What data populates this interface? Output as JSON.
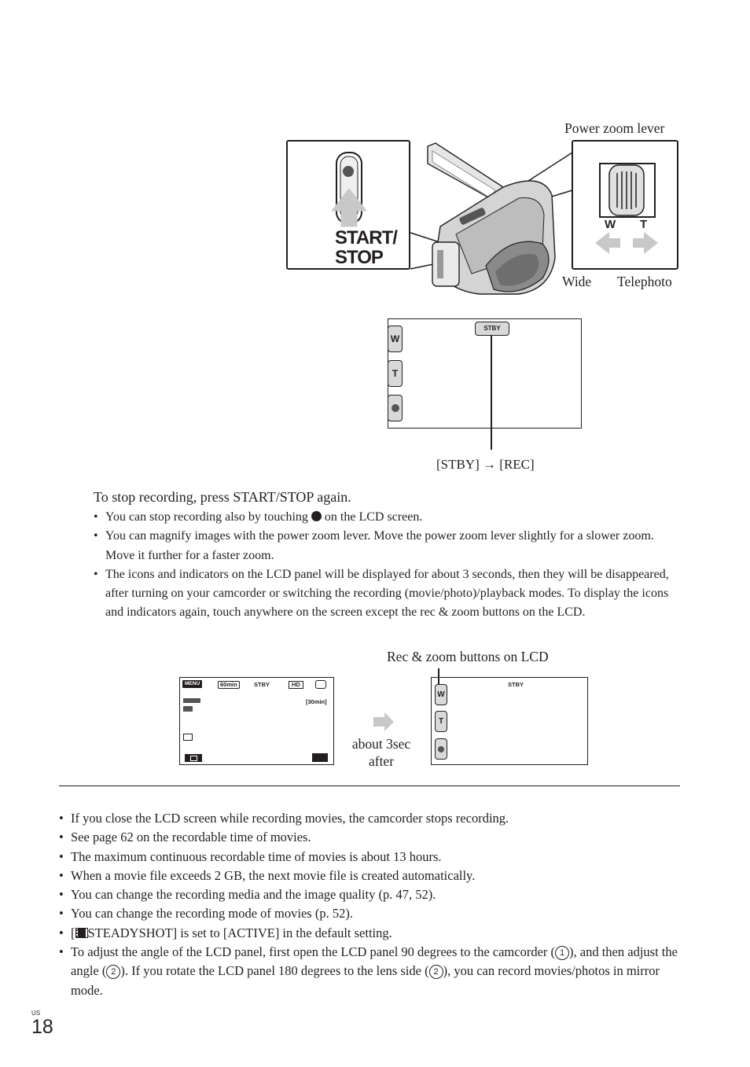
{
  "figure": {
    "power_zoom_label": "Power zoom lever",
    "wide_label": "Wide",
    "telephoto_label": "Telephoto",
    "start_stop_label": [
      "START/",
      "STOP"
    ],
    "lever_w": "W",
    "lever_t": "T"
  },
  "lcd_top": {
    "btn_w": "W",
    "btn_t": "T",
    "stby": "STBY",
    "caption_left": "[STBY]",
    "caption_arrow": "→",
    "caption_right": "[REC]"
  },
  "section": {
    "heading": "To stop recording, press START/STOP again.",
    "bullet1_a": "You can stop recording also by touching",
    "bullet1_b": "on the LCD screen.",
    "bullet2": "You can magnify images with the power zoom lever. Move the power zoom lever slightly for a slower zoom. Move it further for a faster zoom.",
    "bullet3": "The icons and indicators on the LCD panel will be displayed for about 3 seconds, then they will be disappeared, after turning on your camcorder or switching the recording (movie/photo)/playback modes. To display the icons and indicators again, touch anywhere on the screen except the rec & zoom buttons on the LCD."
  },
  "lcd_pair": {
    "rec_zoom_label": "Rec & zoom buttons on LCD",
    "about_line1": "about 3sec",
    "about_line2": "after",
    "menu": "MENU",
    "remaining": "60min",
    "stby": "STBY",
    "hd": "HD",
    "rec_time": "[30min]",
    "btn_w": "W",
    "btn_t": "T"
  },
  "notes": {
    "n1": "If you close the LCD screen while recording movies, the camcorder stops recording.",
    "n2": "See page 62 on the recordable time of movies.",
    "n3": "The maximum continuous recordable time of movies is about 13 hours.",
    "n4": "When a movie file exceeds 2 GB, the next movie file is created automatically.",
    "n5": "You can change the recording media and the image quality (p. 47, 52).",
    "n6": "You can change the recording mode of movies (p. 52).",
    "n7_a": "[",
    "n7_b": "STEADYSHOT] is set to [ACTIVE] in the default setting.",
    "n8_a": "To adjust the angle of the LCD panel, first open the LCD panel 90 degrees to the camcorder (",
    "n8_c1": "1",
    "n8_b": "), and then adjust the angle (",
    "n8_c2": "2",
    "n8_c": "). If you rotate the LCD panel 180 degrees to the lens side (",
    "n8_c3": "2",
    "n8_d": "), you can record movies/photos in mirror mode."
  },
  "footer": {
    "region": "US",
    "page_number": "18"
  }
}
